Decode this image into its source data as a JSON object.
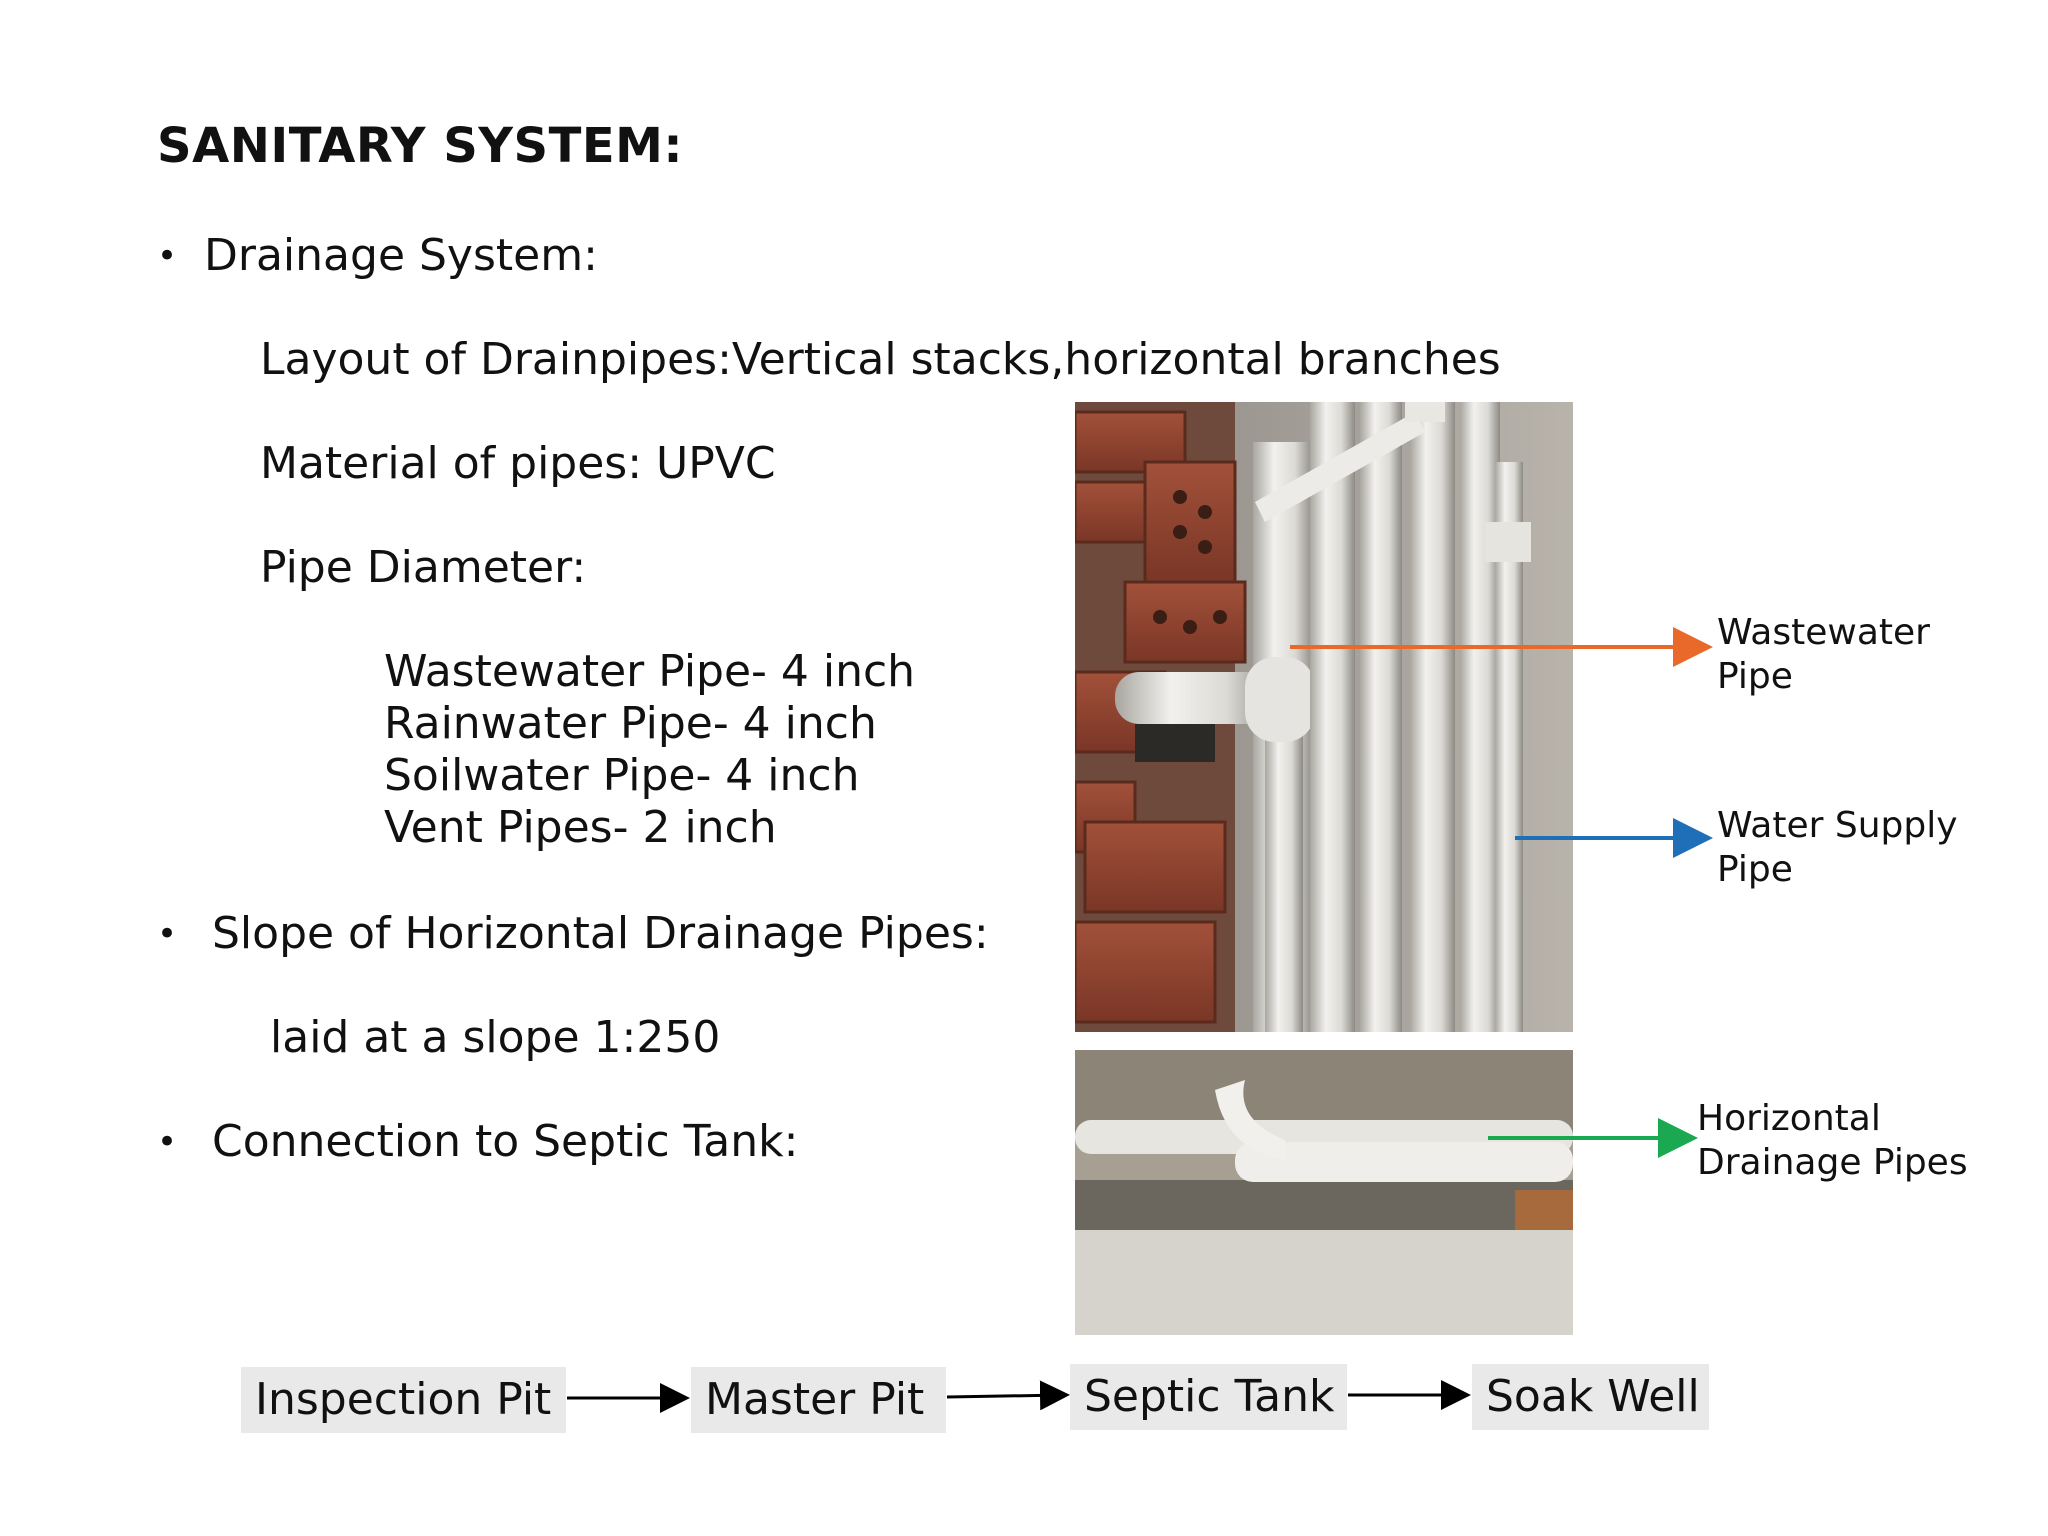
{
  "title": "SANITARY SYSTEM:",
  "bullet_symbol": "•",
  "drainage": {
    "heading": "Drainage System:",
    "layout": "Layout of Drainpipes:Vertical stacks,horizontal branches",
    "material": "Material of pipes: UPVC",
    "diameter_heading": "Pipe Diameter:",
    "diameters": [
      "Wastewater Pipe- 4 inch",
      "Rainwater Pipe- 4 inch",
      "Soilwater Pipe- 4 inch",
      "Vent Pipes- 2 inch"
    ]
  },
  "slope": {
    "heading": "Slope of Horizontal  Drainage Pipes:",
    "value": "laid at a slope 1:250"
  },
  "septic": {
    "heading": "Connection to Septic Tank:"
  },
  "photo_labels": {
    "wastewater": [
      "Wastewater",
      "Pipe"
    ],
    "water_supply": [
      "Water Supply",
      "Pipe"
    ],
    "horizontal": [
      "Horizontal",
      "Drainage Pipes"
    ]
  },
  "arrow_colors": {
    "wastewater": "#e8692a",
    "water_supply": "#1f6fb8",
    "horizontal": "#1aa851"
  },
  "flow": [
    "Inspection Pit",
    "Master Pit",
    "Septic Tank",
    "Soak Well"
  ]
}
